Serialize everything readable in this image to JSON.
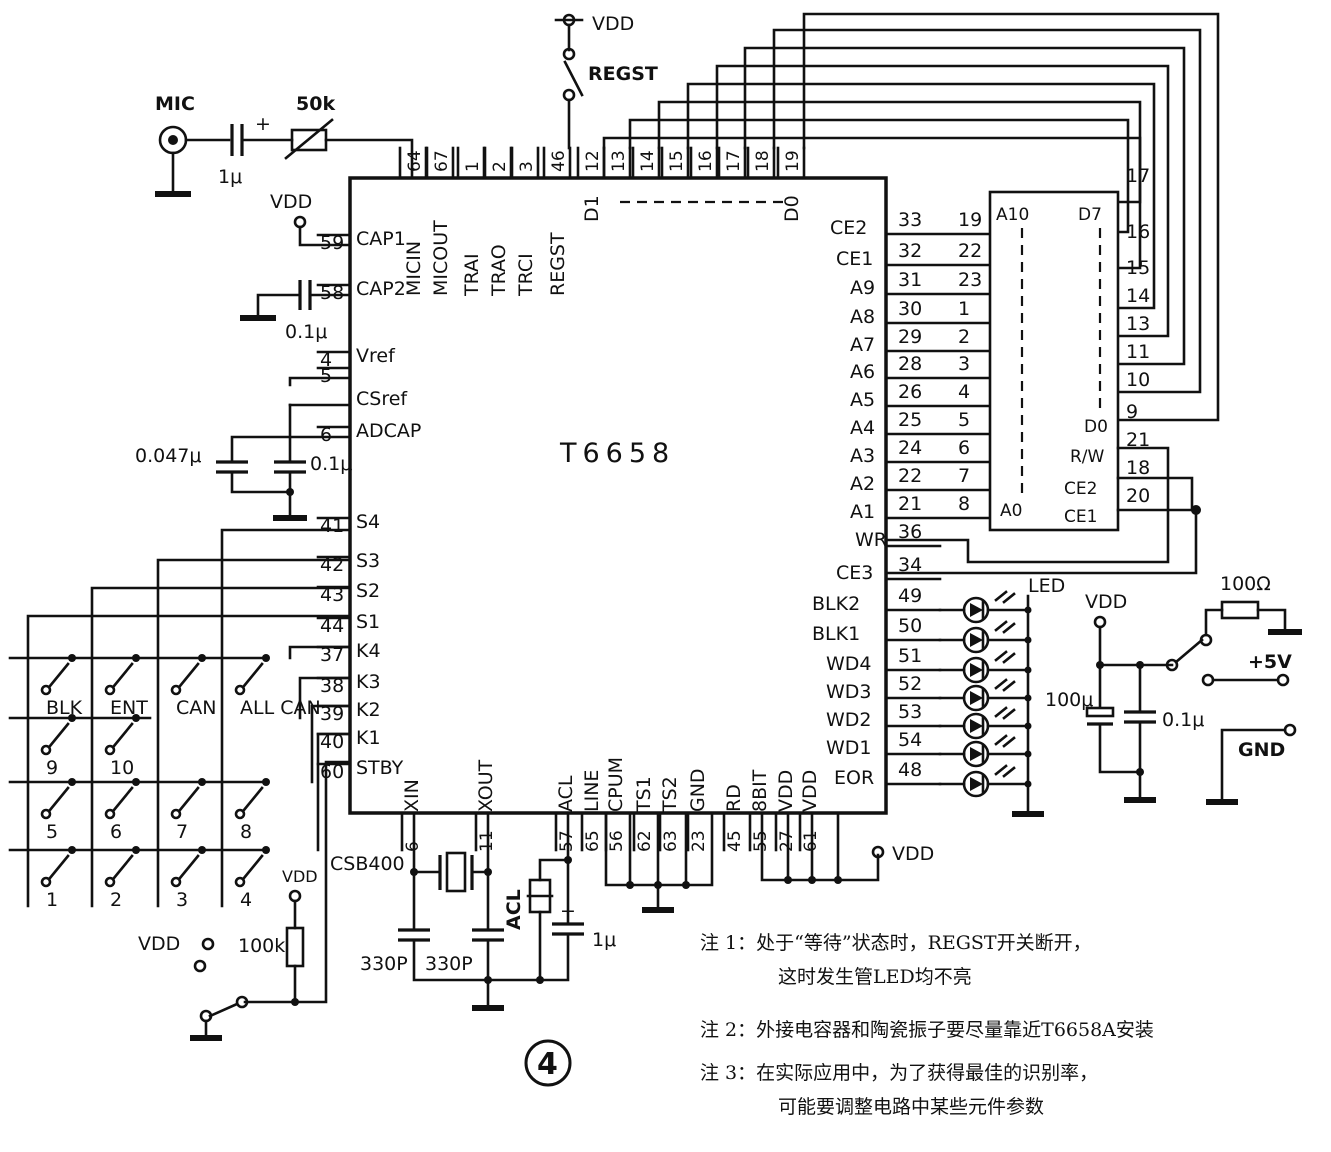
{
  "chip": {
    "name": "T6658"
  },
  "figure_number": "4",
  "top_pins": [
    {
      "num": "64",
      "name": "MICIN"
    },
    {
      "num": "67",
      "name": "MICOUT"
    },
    {
      "num": "1",
      "name": "TRAI"
    },
    {
      "num": "2",
      "name": "TRAO"
    },
    {
      "num": "3",
      "name": "TRCI"
    },
    {
      "num": "46",
      "name": "REGST"
    },
    {
      "num": "12",
      "name": "D1"
    },
    {
      "num": "13",
      "name": ""
    },
    {
      "num": "14",
      "name": ""
    },
    {
      "num": "15",
      "name": ""
    },
    {
      "num": "16",
      "name": ""
    },
    {
      "num": "17",
      "name": ""
    },
    {
      "num": "18",
      "name": ""
    },
    {
      "num": "19",
      "name": "D0"
    }
  ],
  "left_pins": [
    {
      "num": "59",
      "name": "CAP1"
    },
    {
      "num": "58",
      "name": "CAP2"
    },
    {
      "num": "4",
      "name": "Vref"
    },
    {
      "num": "5",
      "name": ""
    },
    {
      "num": "",
      "name": "CSref"
    },
    {
      "num": "6",
      "name": "ADCAP"
    },
    {
      "num": "41",
      "name": "S4"
    },
    {
      "num": "42",
      "name": "S3"
    },
    {
      "num": "43",
      "name": "S2"
    },
    {
      "num": "44",
      "name": "S1"
    },
    {
      "num": "37",
      "name": "K4"
    },
    {
      "num": "38",
      "name": "K3"
    },
    {
      "num": "39",
      "name": "K2"
    },
    {
      "num": "40",
      "name": "K1"
    },
    {
      "num": "60",
      "name": "STBY"
    }
  ],
  "right_pins": [
    {
      "num": "33",
      "name": "CE2",
      "mem": "19"
    },
    {
      "num": "32",
      "name": "CE1",
      "mem": "22"
    },
    {
      "num": "31",
      "name": "A9",
      "mem": "23"
    },
    {
      "num": "30",
      "name": "A8",
      "mem": "1"
    },
    {
      "num": "29",
      "name": "A7",
      "mem": "2"
    },
    {
      "num": "28",
      "name": "A6",
      "mem": "3"
    },
    {
      "num": "26",
      "name": "A5",
      "mem": "4"
    },
    {
      "num": "25",
      "name": "A4",
      "mem": "5"
    },
    {
      "num": "24",
      "name": "A3",
      "mem": "6"
    },
    {
      "num": "22",
      "name": "A2",
      "mem": "7"
    },
    {
      "num": "21",
      "name": "A1",
      "mem": "8"
    },
    {
      "num": "36",
      "name": "WR",
      "mem": ""
    },
    {
      "num": "34",
      "name": "CE3",
      "mem": ""
    },
    {
      "num": "49",
      "name": "BLK2",
      "mem": ""
    },
    {
      "num": "50",
      "name": "BLK1",
      "mem": ""
    },
    {
      "num": "51",
      "name": "WD4",
      "mem": ""
    },
    {
      "num": "52",
      "name": "WD3",
      "mem": ""
    },
    {
      "num": "53",
      "name": "WD2",
      "mem": ""
    },
    {
      "num": "54",
      "name": "WD1",
      "mem": ""
    },
    {
      "num": "48",
      "name": "EOR",
      "mem": ""
    }
  ],
  "bottom_pins": [
    {
      "num": "6",
      "name": "XIN"
    },
    {
      "num": "11",
      "name": "XOUT"
    },
    {
      "num": "57",
      "name": "ACL"
    },
    {
      "num": "65",
      "name": "LINE"
    },
    {
      "num": "56",
      "name": "CPUM"
    },
    {
      "num": "62",
      "name": "TS1"
    },
    {
      "num": "63",
      "name": "TS2"
    },
    {
      "num": "23",
      "name": "GND"
    },
    {
      "num": "45",
      "name": "RD"
    },
    {
      "num": "55",
      "name": "8BIT"
    },
    {
      "num": "27",
      "name": "VDD"
    },
    {
      "num": "61",
      "name": "VDD"
    }
  ],
  "memory": {
    "a10": "A10",
    "a0": "A0",
    "d7": "D7",
    "d0": "D0",
    "rw": "R/W",
    "ce2": "CE2",
    "ce1": "CE1",
    "data_pins": [
      "17",
      "16",
      "15",
      "14",
      "13",
      "11",
      "10",
      "9"
    ],
    "rw_pin": "21",
    "ce2_pin": "18",
    "ce1_pin": "20"
  },
  "labels": {
    "mic": "MIC",
    "pot": "50k",
    "mic_cap": "1μ",
    "vdd": "VDD",
    "regst": "REGST",
    "cap_01": "0.1μ",
    "cap_0047": "0.047μ",
    "cap_01b": "0.1μ",
    "led": "LED",
    "r100": "100Ω",
    "plus5v": "+5V",
    "gnd": "GND",
    "c100u": "100μ",
    "c01c": "0.1μ",
    "csb": "CSB400",
    "c330a": "330P",
    "c330b": "330P",
    "acl": "ACL",
    "cap_1u": "1μ",
    "r100k": "100k"
  },
  "keys": {
    "row1": [
      "BLK",
      "ENT",
      "CAN",
      "ALL CAN"
    ],
    "row2": [
      "9",
      "10"
    ],
    "row3": [
      "5",
      "6",
      "7",
      "8"
    ],
    "row4": [
      "1",
      "2",
      "3",
      "4"
    ]
  },
  "notes": [
    {
      "label": "注 1：",
      "text": "处于“等待”状态时，REGST开关断开，",
      "text2": "这时发生管LED均不亮"
    },
    {
      "label": "注 2：",
      "text": "外接电容器和陶瓷振子要尽量靠近T6658A安装",
      "text2": ""
    },
    {
      "label": "注 3：",
      "text": "在实际应用中，为了获得最佳的识别率，",
      "text2": "可能要调整电路中某些元件参数"
    }
  ]
}
